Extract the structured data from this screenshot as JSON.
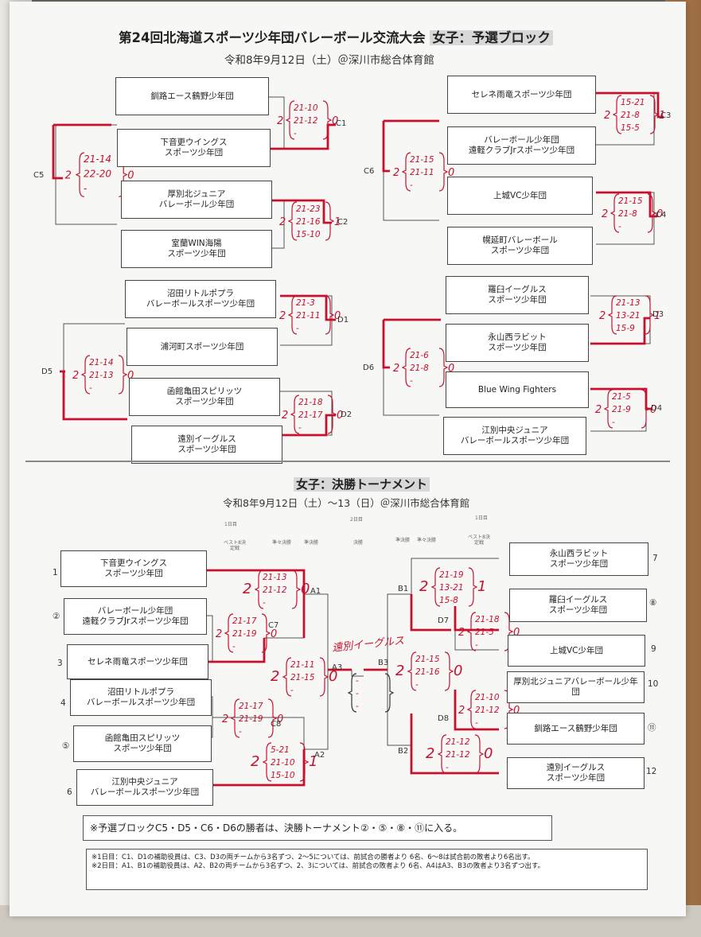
{
  "header": {
    "title_main": "第24回北海道スポーツ少年団バレーボール交流大会",
    "title_block": "女子：予選ブロック",
    "subtitle": "令和8年9月12日（土）＠深川市総合体育館"
  },
  "prelim": {
    "left_teams": [
      [
        "釧路エース鶴野少年団"
      ],
      [
        "下音更ウイングス",
        "スポーツ少年団"
      ],
      [
        "厚別北ジュニア",
        "バレーボール少年団"
      ],
      [
        "室蘭WIN海陽",
        "スポーツ少年団"
      ],
      [
        "沼田リトルポプラ",
        "バレーボールスポーツ少年団"
      ],
      [
        "浦河町スポーツ少年団"
      ],
      [
        "函館亀田スピリッツ",
        "スポーツ少年団"
      ],
      [
        "遠別イーグルス",
        "スポーツ少年団"
      ]
    ],
    "right_teams": [
      [
        "セレネ雨竜スポーツ少年団"
      ],
      [
        "バレーボール少年団",
        "遠軽クラブJrスポーツ少年団"
      ],
      [
        "上城VC少年団"
      ],
      [
        "幌延町バレーボール",
        "スポーツ少年団"
      ],
      [
        "羅臼イーグルス",
        "スポーツ少年団"
      ],
      [
        "永山西ラビット",
        "スポーツ少年団"
      ],
      [
        "Blue Wing Fighters"
      ],
      [
        "江別中央ジュニア",
        "バレーボールスポーツ少年団"
      ]
    ],
    "match_labels": [
      "C1",
      "C2",
      "C3",
      "C4",
      "C5",
      "C6",
      "D1",
      "D2",
      "D3",
      "D4",
      "D5",
      "D6"
    ],
    "scores": {
      "C1": {
        "left": "2",
        "sets": [
          "21-10",
          "21-12",
          "-"
        ],
        "right": "0"
      },
      "C2": {
        "left": "2",
        "sets": [
          "21-23",
          "21-16",
          "15-10"
        ],
        "right": "1"
      },
      "C3": {
        "left": "2",
        "sets": [
          "15-21",
          "21-8",
          "15-5"
        ],
        "right": "1"
      },
      "C4": {
        "left": "2",
        "sets": [
          "21-15",
          "21-8",
          "-"
        ],
        "right": "0"
      },
      "C5": {
        "left": "2",
        "sets": [
          "21-14",
          "22-20",
          "-"
        ],
        "right": "0"
      },
      "C6": {
        "left": "2",
        "sets": [
          "21-15",
          "21-11",
          "-"
        ],
        "right": "0"
      },
      "D1": {
        "left": "2",
        "sets": [
          "21-3",
          "21-11",
          "-"
        ],
        "right": "0"
      },
      "D2": {
        "left": "2",
        "sets": [
          "21-18",
          "21-17",
          "-"
        ],
        "right": "0"
      },
      "D3": {
        "left": "2",
        "sets": [
          "21-13",
          "13-21",
          "15-9"
        ],
        "right": "1"
      },
      "D4": {
        "left": "2",
        "sets": [
          "21-5",
          "21-9",
          "-"
        ],
        "right": "0"
      },
      "D5": {
        "left": "2",
        "sets": [
          "21-14",
          "21-13",
          "-"
        ],
        "right": "0"
      },
      "D6": {
        "left": "2",
        "sets": [
          "21-6",
          "21-8",
          "-"
        ],
        "right": "0"
      }
    }
  },
  "final": {
    "title": "女子：決勝トーナメント",
    "subtitle": "令和8年9月12日（土）～13（日）＠深川市総合体育館",
    "day1": "1日目",
    "day2": "2日目",
    "day1_right": "1日目",
    "round_labels": [
      "ベスト8決定戦",
      "準々決勝",
      "準決勝",
      "決勝",
      "準決勝",
      "準々決勝",
      "ベスト8決定戦"
    ],
    "left_teams": [
      {
        "num": "1",
        "lines": [
          "下音更ウイングス",
          "スポーツ少年団"
        ]
      },
      {
        "num": "②",
        "lines": [
          "バレーボール少年団",
          "遠軽クラブJrスポーツ少年団"
        ]
      },
      {
        "num": "3",
        "lines": [
          "セレネ雨竜スポーツ少年団"
        ]
      },
      {
        "num": "4",
        "lines": [
          "沼田リトルポプラ",
          "バレーボールスポーツ少年団"
        ]
      },
      {
        "num": "⑤",
        "lines": [
          "函館亀田スピリッツ",
          "スポーツ少年団"
        ]
      },
      {
        "num": "6",
        "lines": [
          "江別中央ジュニア",
          "バレーボールスポーツ少年団"
        ]
      }
    ],
    "right_teams": [
      {
        "num": "7",
        "lines": [
          "永山西ラビット",
          "スポーツ少年団"
        ]
      },
      {
        "num": "⑧",
        "lines": [
          "羅臼イーグルス",
          "スポーツ少年団"
        ]
      },
      {
        "num": "9",
        "lines": [
          "上城VC少年団"
        ]
      },
      {
        "num": "10",
        "lines": [
          "厚別北ジュニアバレーボール少年",
          "団"
        ]
      },
      {
        "num": "⑪",
        "lines": [
          "釧路エース鶴野少年団"
        ]
      },
      {
        "num": "12",
        "lines": [
          "遠別イーグルス",
          "スポーツ少年団"
        ]
      }
    ],
    "match_labels": [
      "A1",
      "A2",
      "A3",
      "B1",
      "B2",
      "B3",
      "C7",
      "C8",
      "D7",
      "D8"
    ],
    "scores": {
      "A1": {
        "left": "2",
        "sets": [
          "21-13",
          "21-12",
          "-"
        ],
        "right": "0"
      },
      "C7": {
        "left": "2",
        "sets": [
          "21-17",
          "21-19",
          "-"
        ],
        "right": "0"
      },
      "A3": {
        "left": "2",
        "sets": [
          "21-11",
          "21-15",
          "-"
        ],
        "right": "0"
      },
      "C8": {
        "left": "2",
        "sets": [
          "21-17",
          "21-19",
          "-"
        ],
        "right": "0"
      },
      "A2": {
        "left": "2",
        "sets": [
          "5-21",
          "21-10",
          "15-10"
        ],
        "right": "1"
      },
      "B1": {
        "left": "2",
        "sets": [
          "21-19",
          "13-21",
          "15-8"
        ],
        "right": "1"
      },
      "D7": {
        "left": "2",
        "sets": [
          "21-18",
          "21-5",
          "-"
        ],
        "right": "0"
      },
      "B3": {
        "left": "2",
        "sets": [
          "21-15",
          "21-16",
          "-"
        ],
        "right": "0"
      },
      "D8": {
        "left": "2",
        "sets": [
          "21-10",
          "21-12",
          "-"
        ],
        "right": "0"
      },
      "B2": {
        "left": "2",
        "sets": [
          "21-12",
          "21-12",
          "-"
        ],
        "right": "0"
      },
      "F": {
        "left": "",
        "sets": [
          "-",
          "-",
          "-"
        ],
        "right": ""
      }
    },
    "winner_note": "遠別イーグルス"
  },
  "notes": {
    "main": "※予選ブロックC5・D5・C6・D6の勝者は、決勝トーナメント②・⑤・⑧・⑪に入る。",
    "line1": "※1日目：C1、D1の補助役員は、C3、D3の両チームから3名ずつ、2～5については、前試合の勝者より 6名、6～8は試合前の敗者より6名出す。",
    "line2": "※2日目：A1、B1の補助役員は、A2、B2の両チームから3名ずつ、2、3については、前試合の敗者より 6名、A4はA3、B3の敗者より3名ずつ出す。"
  },
  "colors": {
    "ink": "#c8102e",
    "line": "#555555",
    "paper": "#f7f7f5"
  }
}
